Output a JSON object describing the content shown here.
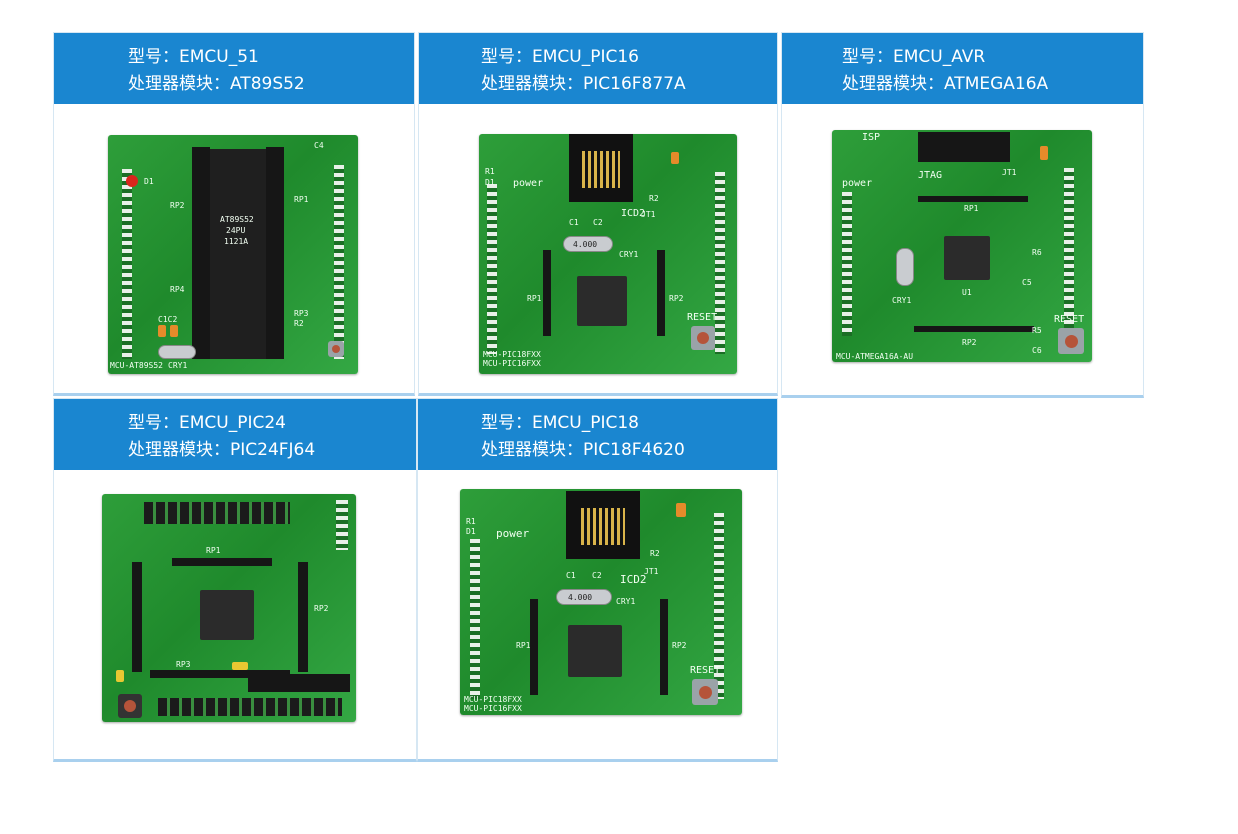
{
  "cards": [
    {
      "model_label": "型号：",
      "model": "EMCU_51",
      "proc_label": "处理器模块：",
      "proc": "AT89S52",
      "silk": {
        "a": "AT89S52",
        "b": "24PU",
        "c": "1121A",
        "d": "RP2",
        "e": "RP4",
        "f": "RP1",
        "g": "RP3",
        "h": "MCU-AT89S52",
        "i": "CRY1",
        "j": "C1C2",
        "k": "C4",
        "l": "R2",
        "m": "D1"
      }
    },
    {
      "model_label": "型号：",
      "model": "EMCU_PIC16",
      "proc_label": "处理器模块：",
      "proc": "PIC16F877A",
      "silk": {
        "a": "power",
        "b": "ICD2",
        "c": "4.000",
        "d": "CRY1",
        "e": "RESET",
        "f": "MCU-PIC18FXX",
        "g": "MCU-PIC16FXX",
        "h": "JT1",
        "i": "RP1",
        "j": "RP2",
        "k": "C1",
        "l": "C2",
        "m": "R2",
        "n": "R1",
        "o": "D1"
      }
    },
    {
      "model_label": "型号：",
      "model": "EMCU_AVR",
      "proc_label": "处理器模块：",
      "proc": "ATMEGA16A",
      "silk": {
        "a": "ISP",
        "b": "power",
        "c": "JTAG",
        "d": "RP1",
        "e": "RP2",
        "f": "RESET",
        "g": "MCU-ATMEGA16A-AU",
        "h": "U1",
        "i": "CRY1",
        "j": "R6",
        "k": "C5",
        "l": "R5",
        "m": "C6",
        "n": "JT1"
      }
    },
    {
      "model_label": "型号：",
      "model": "EMCU_PIC24",
      "proc_label": "处理器模块：",
      "proc": "PIC24FJ64",
      "silk": {
        "a": "RP1",
        "b": "RP2",
        "c": "RP3"
      }
    },
    {
      "model_label": "型号：",
      "model": "EMCU_PIC18",
      "proc_label": "处理器模块：",
      "proc": "PIC18F4620",
      "silk": {
        "a": "power",
        "b": "ICD2",
        "c": "4.000",
        "d": "CRY1",
        "e": "RESET",
        "f": "MCU-PIC18FXX",
        "g": "MCU-PIC16FXX",
        "h": "JT1",
        "i": "RP1",
        "j": "RP2",
        "k": "C1",
        "l": "C2",
        "m": "R2",
        "n": "R1",
        "o": "D1"
      }
    }
  ]
}
